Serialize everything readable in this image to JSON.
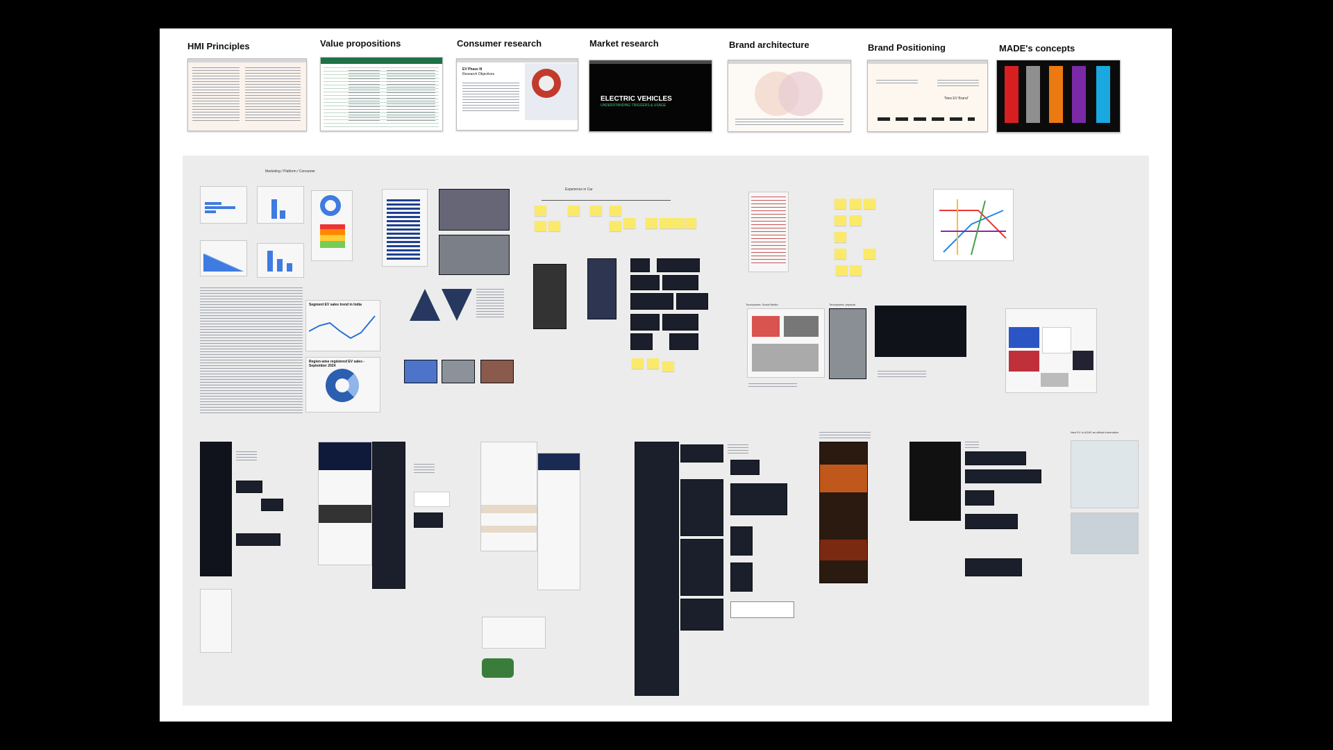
{
  "board": {
    "columns": [
      {
        "id": "hmi",
        "title": "HMI Principles"
      },
      {
        "id": "value",
        "title": "Value propositions"
      },
      {
        "id": "consumer",
        "title": "Consumer research"
      },
      {
        "id": "market",
        "title": "Market research"
      },
      {
        "id": "brand_arch",
        "title": "Brand architecture"
      },
      {
        "id": "brand_pos",
        "title": "Brand Positioning"
      },
      {
        "id": "made",
        "title": "MADE's concepts"
      }
    ]
  },
  "thumbnails": {
    "consumer": {
      "line1": "EV Phase III",
      "line2": "Research Objectives"
    },
    "market": {
      "title": "ELECTRIC VEHICLES",
      "subtitle": "UNDERSTANDING TRIGGERS & USAGE"
    },
    "brand_pos": {
      "label": "'New EV Brand'"
    }
  },
  "canvas": {
    "section_label": "Marketing / Platform / Consumer",
    "experience_label": "Experience in Car",
    "chart_title": "Segment EV sales trend in India",
    "donut_title": "Region-wise registered EV sales - September 2024",
    "touchpoints_social": "Touchpoints: Social Media",
    "touchpoints_physical": "Touchpoints: physical",
    "note_bottom_right": "Next EV in ADAS as official information"
  },
  "colors": {
    "made_concepts": [
      "#d81f1f",
      "#8f8f8f",
      "#ec7a12",
      "#7a2aa6",
      "#19a8e0"
    ],
    "sticky": "#fbe96a",
    "canvas_bg": "#ececec"
  }
}
